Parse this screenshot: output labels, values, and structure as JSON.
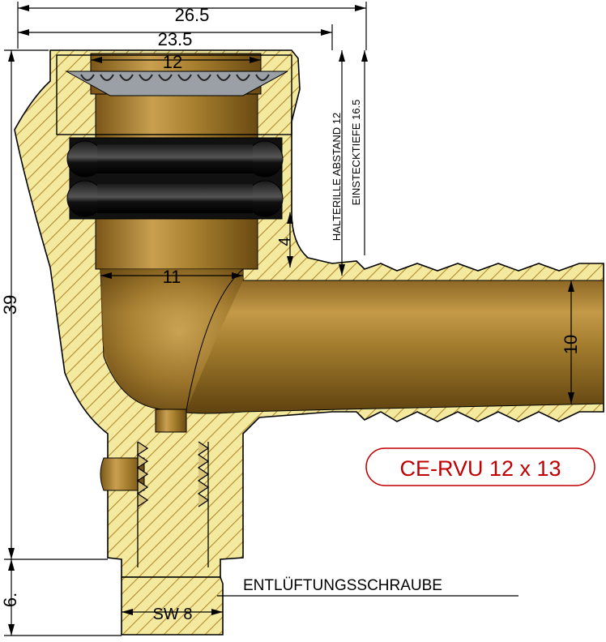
{
  "dimensions": {
    "overall_width": "26.5",
    "body_width": "23.5",
    "bore_top": "12",
    "bore_lower": "11",
    "height": "39",
    "screw_height": "6.",
    "pipe_bore": "10",
    "groove": "4",
    "wrench_size": "SW 8"
  },
  "annotations": {
    "halterille": "HALTERILLE ABSTAND 12",
    "einstecktiefe": "EINSTECKTIEFE 16.5",
    "screw_label": "ENTLÜFTUNGSSCHRAUBE"
  },
  "product_code": "CE-RVU 12 x 13",
  "colors": {
    "brass_hatch_bg": "#f1e7a0",
    "hatch_line": "#b08a2a",
    "bronze": "#a47a2c",
    "product_code_text": "#c00000"
  }
}
